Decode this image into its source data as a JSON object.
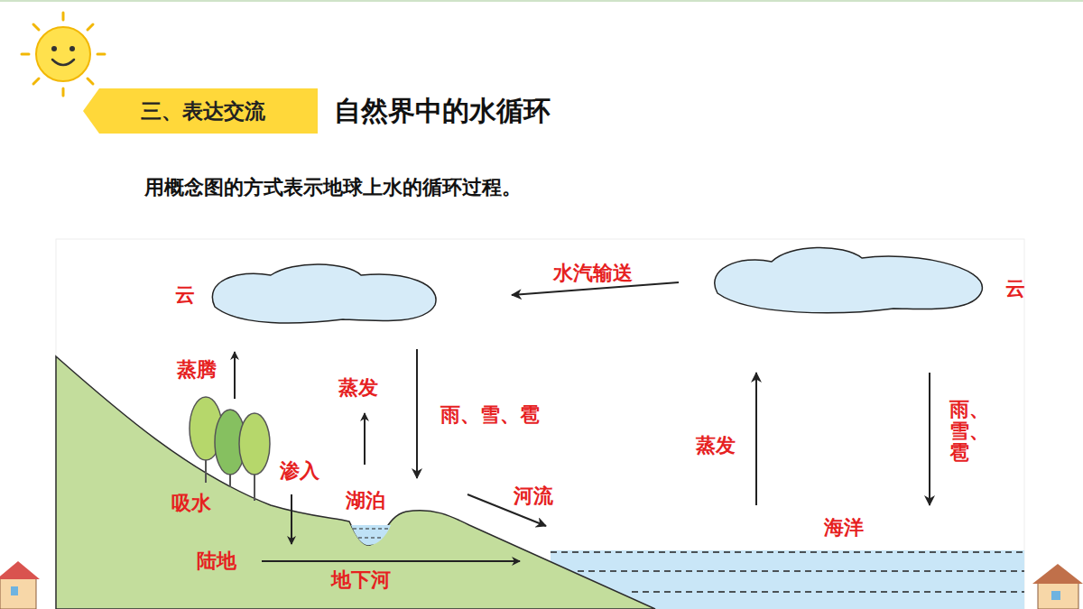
{
  "diagram": {
    "title": "自然界中的水循环",
    "nodes": [
      {
        "text": [
          "云"
        ]
      },
      {
        "text": [
          "云"
        ]
      },
      {
        "text": [
          "海洋"
        ]
      },
      {
        "text": [
          "湖泊"
        ]
      }
    ],
    "edges": [
      {
        "from": 1,
        "to": 0,
        "arrow": "to",
        "label": "水汽输送"
      },
      {
        "from": 2,
        "to": 1,
        "arrow": "to",
        "label": "蒸发"
      },
      {
        "from": 1,
        "to": 2,
        "arrow": "to",
        "label": "雨、雪、雹"
      },
      {
        "from": 0,
        "to": 3,
        "arrow": "to",
        "label": "雨、雪、雹"
      },
      {
        "from": 3,
        "to": 2,
        "arrow": "to",
        "label": "河流"
      }
    ],
    "labels": [
      "三、表达交流",
      "用概念图的方式表示地球上水的循环过程。",
      "蒸腾",
      "蒸发",
      "渗入",
      "吸水",
      "陆地",
      "地下河"
    ]
  }
}
